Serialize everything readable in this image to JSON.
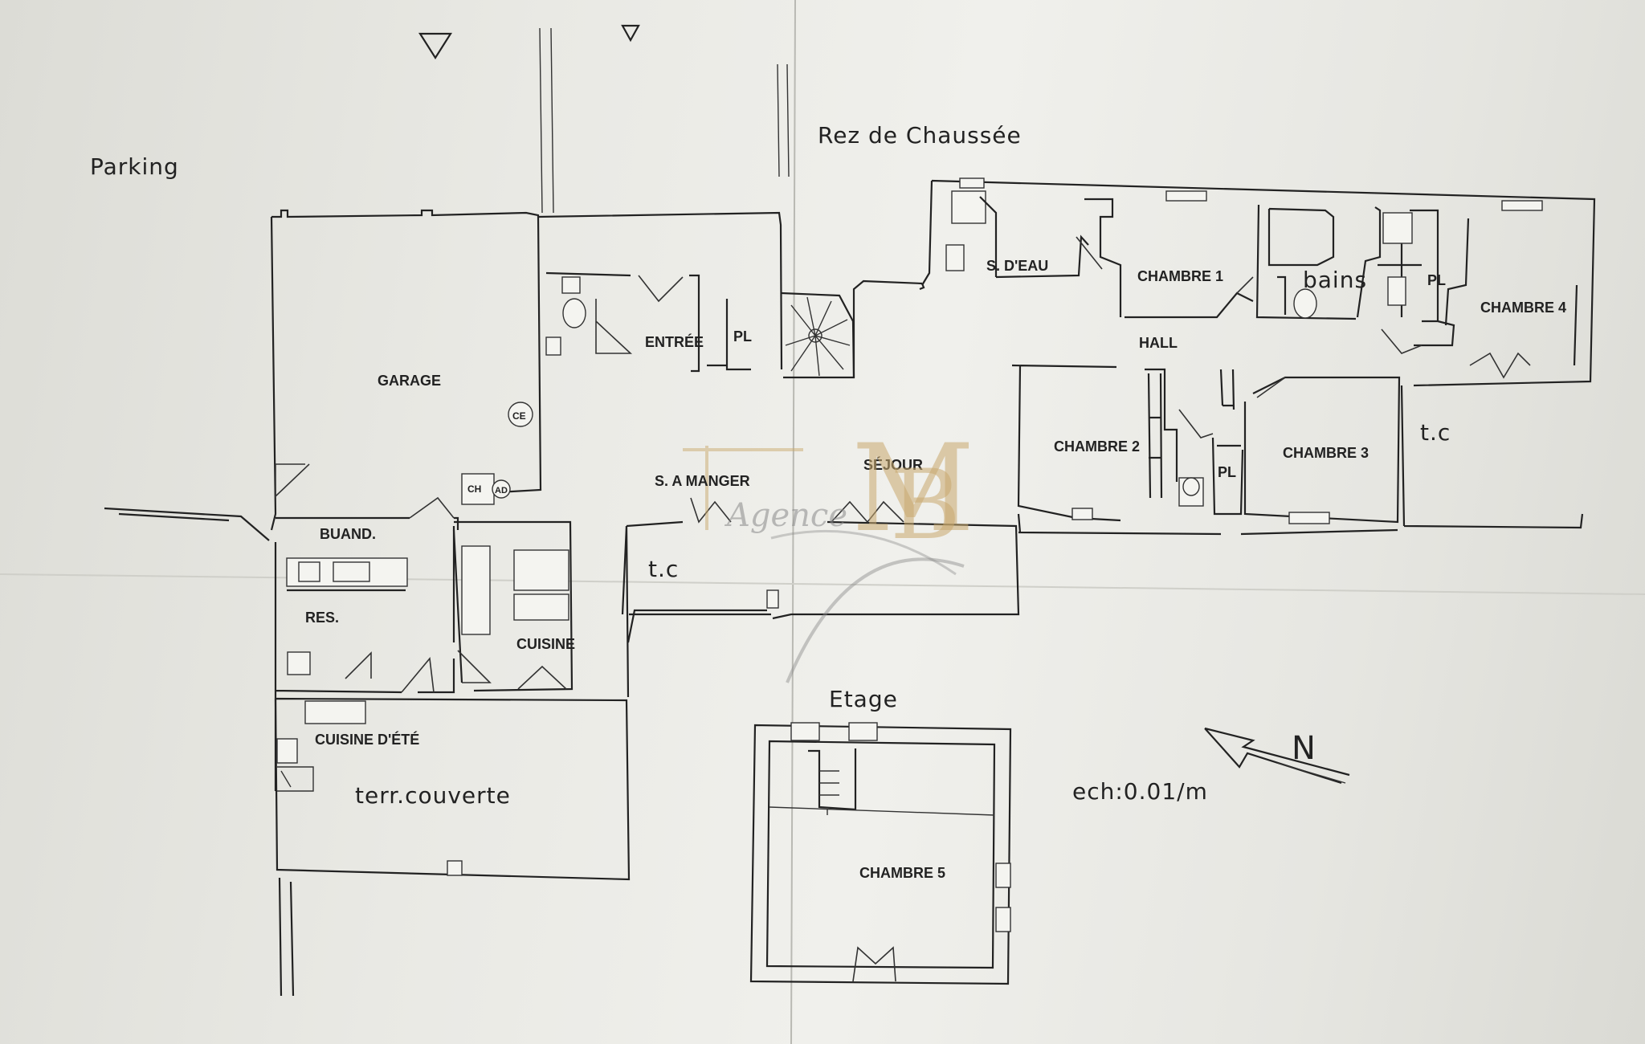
{
  "titles": {
    "ground_floor": "Rez de Chaussée",
    "upper_floor": "Etage",
    "parking": "Parking",
    "scale": "ech:0.01/m",
    "north": "N"
  },
  "rooms": {
    "garage": "GARAGE",
    "ce": "CE",
    "ch": "CH",
    "ad": "AD",
    "entree": "ENTRÉE",
    "pl_entree": "PL",
    "s_deau": "S. D'EAU",
    "chambre1": "CHAMBRE 1",
    "bains": "bains",
    "pl_bains": "PL",
    "chambre4": "CHAMBRE 4",
    "hall": "HALL",
    "chambre2": "CHAMBRE 2",
    "chambre3": "CHAMBRE 3",
    "pl_hall": "PL",
    "tc_right": "t.c",
    "sejour": "SÉJOUR",
    "s_a_manger": "S. A MANGER",
    "tc_left": "t.c",
    "buand": "BUAND.",
    "res": "RES.",
    "cuisine": "CUISINE",
    "cuisine_ete": "CUISINE D'ÉTÉ",
    "terrasse": "terr.couverte",
    "chambre5": "CHAMBRE 5"
  },
  "watermark": {
    "letter_m": "M",
    "letter_b": "B",
    "script": "Agence"
  },
  "colors": {
    "paper": "#ebebe6",
    "ink": "#222222",
    "watermark_gold": "#c9a96e",
    "watermark_gray": "#8a8a8a"
  }
}
